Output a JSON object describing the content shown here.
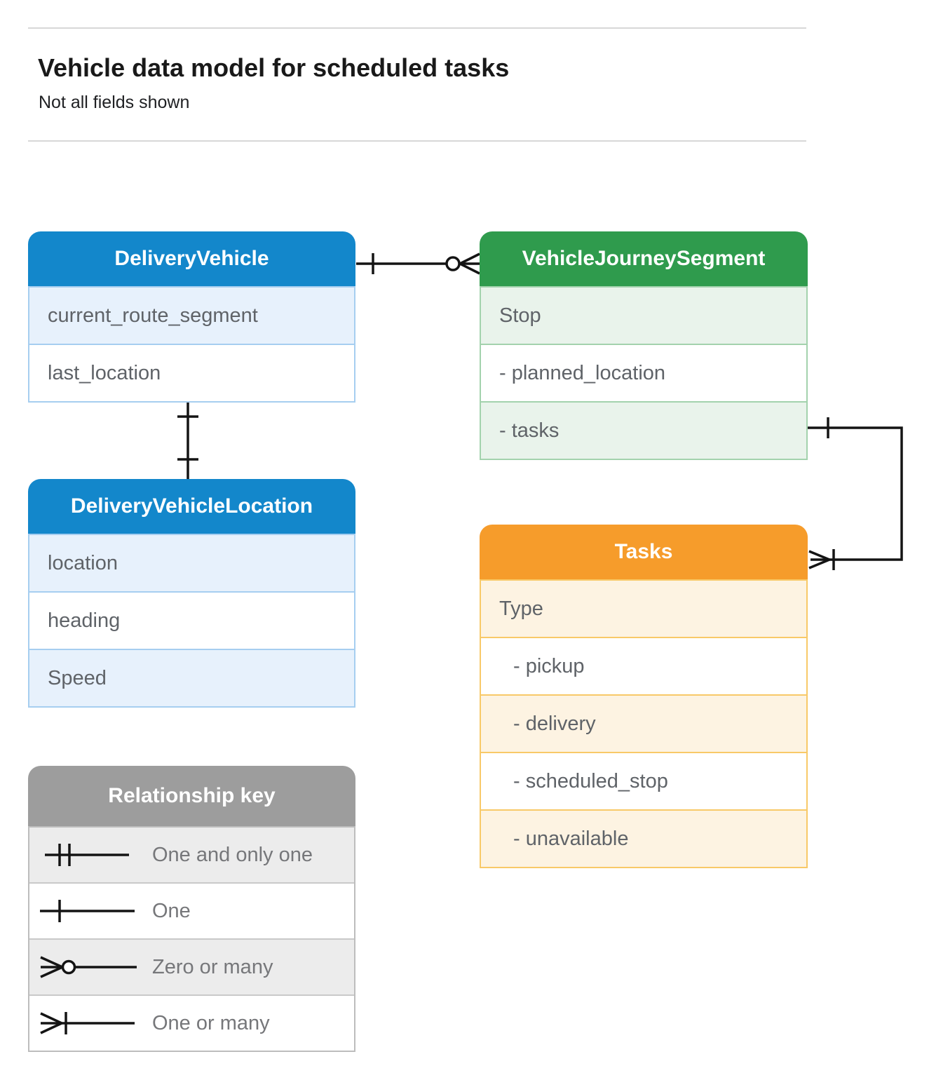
{
  "page": {
    "title": "Vehicle data model for scheduled tasks",
    "subtitle": "Not all fields shown"
  },
  "entities": {
    "delivery_vehicle": {
      "title": "DeliveryVehicle",
      "fields": [
        "current_route_segment",
        "last_location"
      ]
    },
    "vehicle_journey_segment": {
      "title": "VehicleJourneySegment",
      "fields": [
        "Stop",
        "- planned_location",
        "- tasks"
      ]
    },
    "delivery_vehicle_location": {
      "title": "DeliveryVehicleLocation",
      "fields": [
        "location",
        "heading",
        "Speed"
      ]
    },
    "tasks": {
      "title": "Tasks",
      "fields": [
        "Type",
        "- pickup",
        "- delivery",
        "- scheduled_stop",
        "- unavailable"
      ]
    }
  },
  "legend": {
    "title": "Relationship key",
    "items": [
      {
        "symbol": "one-and-only-one-icon",
        "label": "One and only one"
      },
      {
        "symbol": "one-icon",
        "label": "One"
      },
      {
        "symbol": "zero-or-many-icon",
        "label": "Zero or many"
      },
      {
        "symbol": "one-or-many-icon",
        "label": "One or many"
      }
    ]
  },
  "connectors": [
    {
      "from": "DeliveryVehicle",
      "to": "VehicleJourneySegment",
      "from_end": "one",
      "to_end": "zero-or-many"
    },
    {
      "from": "DeliveryVehicle",
      "to": "DeliveryVehicleLocation",
      "from_end": "one",
      "to_end": "one"
    },
    {
      "from": "VehicleJourneySegment.tasks",
      "to": "Tasks",
      "from_end": "one",
      "to_end": "one-or-many"
    }
  ],
  "colors": {
    "blue_header": "#1387CB",
    "blue_tint": "#E7F1FC",
    "blue_border": "#A6CEF0",
    "green_header": "#2F9B4D",
    "green_tint": "#E9F3EB",
    "green_border": "#A3D2AD",
    "orange_header": "#F69C2B",
    "orange_tint": "#FDF3E2",
    "orange_border": "#F8C968",
    "gray_header": "#9D9D9D",
    "gray_tint": "#ECECEC",
    "gray_border": "#BDBDBD",
    "row_text": "#5F6368",
    "connector": "#141414"
  }
}
